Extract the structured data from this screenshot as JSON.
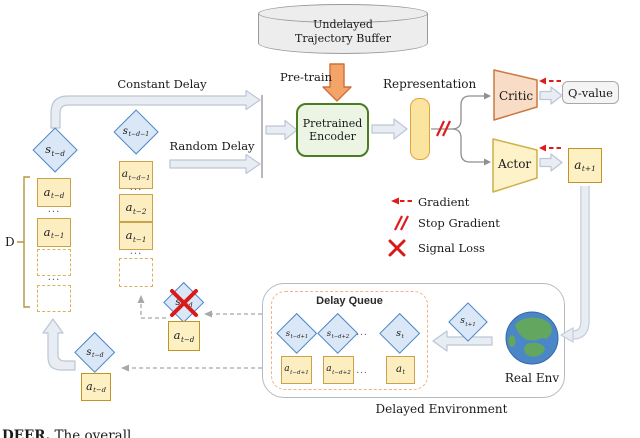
{
  "figure": {
    "buffer_title_line1": "Undelayed",
    "buffer_title_line2": "Trajectory Buffer",
    "pretrain": "Pre-train",
    "encoder_line1": "Pretrained",
    "encoder_line2": "Encoder",
    "representation": "Representation",
    "constant_delay": "Constant Delay",
    "random_delay": "Random Delay",
    "critic": "Critic",
    "q_value": "Q-value",
    "actor": "Actor",
    "delay_queue": "Delay Queue",
    "delayed_environment": "Delayed Environment",
    "real_env": "Real Env",
    "d_bracket": "D",
    "ellipsis": "...",
    "caption_bold": "DEER.",
    "caption_text": " The overall …"
  },
  "legend": {
    "gradient": "Gradient",
    "stop_gradient": "Stop Gradient",
    "signal_loss": "Signal Loss"
  },
  "nodes": {
    "s_t_minus_d": {
      "base": "s",
      "sub": "t−d"
    },
    "s_t_minus_d_minus_1": {
      "base": "s",
      "sub": "t−d−1"
    },
    "a_t_minus_d": {
      "base": "a",
      "sub": "t−d"
    },
    "a_t_minus_1": {
      "base": "a",
      "sub": "t−1"
    },
    "a_t_minus_d_minus_1": {
      "base": "a",
      "sub": "t−d−1"
    },
    "a_t_minus_2": {
      "base": "a",
      "sub": "t−2"
    },
    "a_t_plus_1": {
      "base": "a",
      "sub": "t+1"
    },
    "s_t_minus_d_plus_1": {
      "base": "s",
      "sub": "t−d+1"
    },
    "s_t_minus_d_plus_2": {
      "base": "s",
      "sub": "t−d+2"
    },
    "s_t": {
      "base": "s",
      "sub": "t"
    },
    "a_t_minus_d_plus_1": {
      "base": "a",
      "sub": "t−d+1"
    },
    "a_t_minus_d_plus_2": {
      "base": "a",
      "sub": "t−d+2"
    },
    "a_t": {
      "base": "a",
      "sub": "t"
    },
    "s_t_plus_1": {
      "base": "s",
      "sub": "t+1"
    }
  },
  "colors": {
    "diamond_fill": "#d9e7f6",
    "diamond_border": "#4d87c7",
    "action_fill": "#fdeec2",
    "action_border": "#c9a24a",
    "encoder_fill": "#ecf4e4",
    "encoder_border": "#4a7d22",
    "representation_fill": "#fbe3a0",
    "critic_fill": "#f8dcc6",
    "critic_border": "#c87941",
    "actor_fill": "#fdf2c8",
    "actor_border": "#cdb049",
    "accent_red": "#e01b1b",
    "arrow_fill": "#e8edf4",
    "arrow_border": "#bcc6d4",
    "pretrain_arrow": "#f4a469",
    "queue_dashed_border": "#f4b183"
  }
}
